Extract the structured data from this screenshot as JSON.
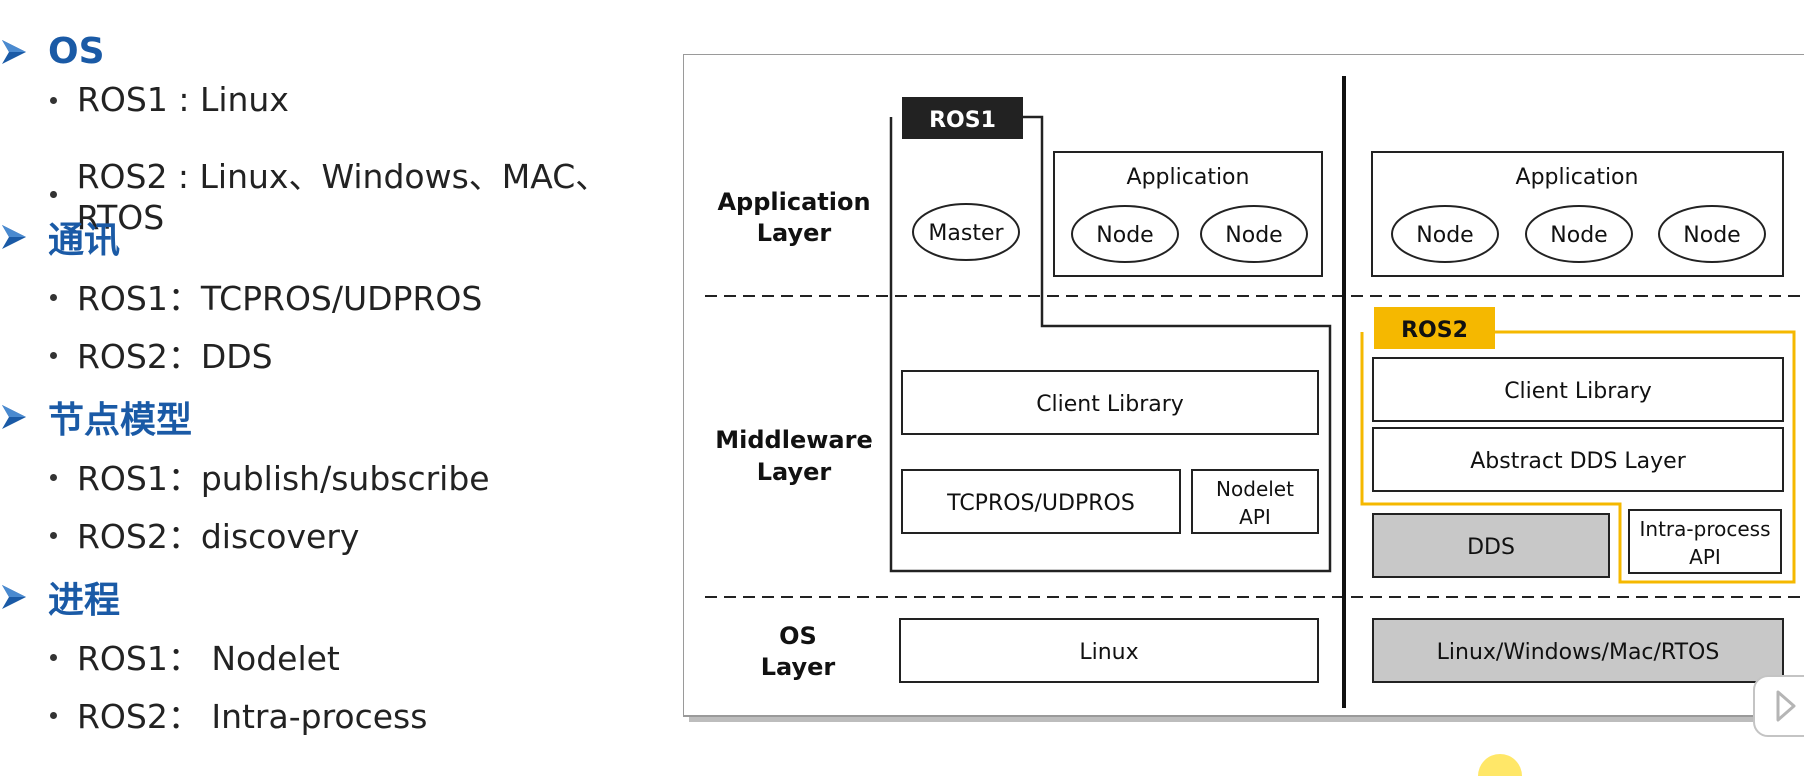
{
  "sections": [
    {
      "title": "OS",
      "items": [
        "ROS1 : Linux",
        "ROS2 : Linux、Windows、MAC、RTOS"
      ]
    },
    {
      "title": "通讯",
      "items": [
        "ROS1：TCPROS/UDPROS",
        "ROS2：DDS"
      ]
    },
    {
      "title": "节点模型",
      "items": [
        "ROS1：publish/subscribe",
        "ROS2：discovery"
      ]
    },
    {
      "title": "进程",
      "items": [
        "ROS1：  Nodelet",
        "ROS2：  Intra-process"
      ]
    }
  ],
  "diagram": {
    "layers": {
      "application": [
        "Application",
        "Layer"
      ],
      "middleware": [
        "Middleware",
        "Layer"
      ],
      "os": [
        "OS",
        "Layer"
      ]
    },
    "ros1": {
      "tag": "ROS1",
      "master": "Master",
      "application": "Application",
      "nodes": [
        "Node",
        "Node"
      ],
      "client_library": "Client Library",
      "transport": "TCPROS/UDPROS",
      "nodelet": [
        "Nodelet",
        "API"
      ],
      "os": "Linux"
    },
    "ros2": {
      "tag": "ROS2",
      "application": "Application",
      "nodes": [
        "Node",
        "Node",
        "Node"
      ],
      "client_library": "Client Library",
      "abstract_dds": "Abstract DDS Layer",
      "dds": "DDS",
      "intra_process": [
        "Intra-process",
        "API"
      ],
      "os": "Linux/Windows/Mac/RTOS"
    },
    "colors": {
      "ros1_tag_bg": "#222222",
      "ros2_tag_bg": "#f5b800",
      "ros2_frame": "#f5b800",
      "gray_box": "#c8c8c8",
      "section_title": "#1a5aa6"
    }
  },
  "icons": {
    "bullet_arrow": "arrow-icon",
    "player": "play-icon"
  }
}
